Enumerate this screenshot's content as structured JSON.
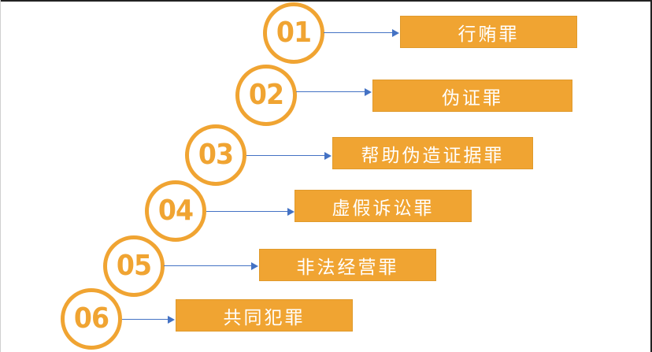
{
  "steps": [
    {
      "number": "01",
      "label": "行贿罪"
    },
    {
      "number": "02",
      "label": "伪证罪"
    },
    {
      "number": "03",
      "label": "帮助伪造证据罪"
    },
    {
      "number": "04",
      "label": "虚假诉讼罪"
    },
    {
      "number": "05",
      "label": "非法经营罪"
    },
    {
      "number": "06",
      "label": "共同犯罪"
    }
  ],
  "colors": {
    "accent": "#f0a432",
    "arrow": "#4472c4",
    "box_text": "#ffffff"
  }
}
